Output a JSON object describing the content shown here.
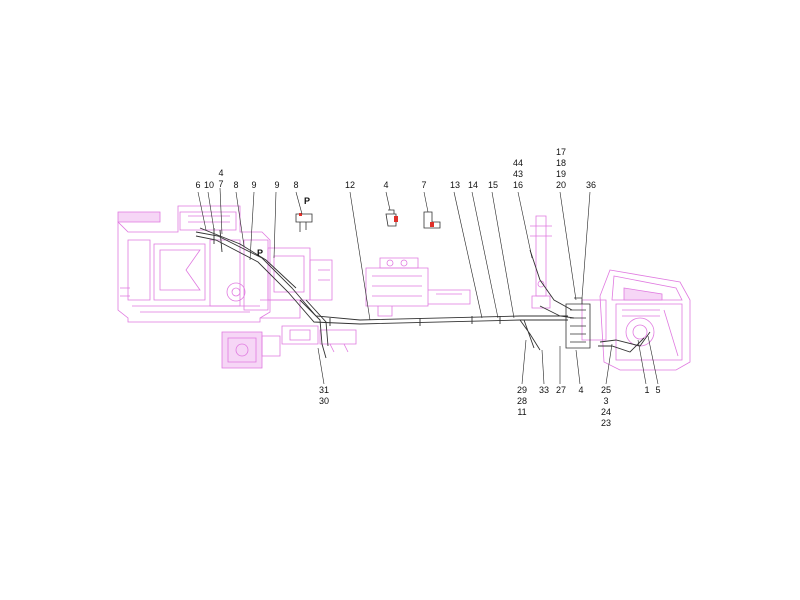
{
  "colors": {
    "background": "#ffffff",
    "frame": "#e07ae0",
    "lines": "#333333",
    "highlight": "#e0302a"
  },
  "callouts": [
    {
      "id": "c6",
      "lines": [
        "6"
      ]
    },
    {
      "id": "c10",
      "lines": [
        "10"
      ]
    },
    {
      "id": "c4a",
      "lines": [
        "4",
        "7"
      ]
    },
    {
      "id": "c8a",
      "lines": [
        "8"
      ]
    },
    {
      "id": "c9a",
      "lines": [
        "9"
      ]
    },
    {
      "id": "c9b",
      "lines": [
        "9"
      ]
    },
    {
      "id": "c8b",
      "lines": [
        "8"
      ]
    },
    {
      "id": "c12",
      "lines": [
        "12"
      ]
    },
    {
      "id": "c4b",
      "lines": [
        "4"
      ]
    },
    {
      "id": "c7",
      "lines": [
        "7"
      ]
    },
    {
      "id": "c13",
      "lines": [
        "13"
      ]
    },
    {
      "id": "c14",
      "lines": [
        "14"
      ]
    },
    {
      "id": "c15",
      "lines": [
        "15"
      ]
    },
    {
      "id": "c44",
      "lines": [
        "44",
        "43",
        "16"
      ]
    },
    {
      "id": "c17",
      "lines": [
        "17",
        "18",
        "19",
        "20"
      ]
    },
    {
      "id": "c36",
      "lines": [
        "36"
      ]
    },
    {
      "id": "c31",
      "lines": [
        "31",
        "30"
      ]
    },
    {
      "id": "c29",
      "lines": [
        "29",
        "28",
        "11"
      ]
    },
    {
      "id": "c33",
      "lines": [
        "33"
      ]
    },
    {
      "id": "c27",
      "lines": [
        "27"
      ]
    },
    {
      "id": "c4c",
      "lines": [
        "4"
      ]
    },
    {
      "id": "c25",
      "lines": [
        "25",
        "3",
        "24",
        "23"
      ]
    },
    {
      "id": "c1",
      "lines": [
        "1"
      ]
    },
    {
      "id": "c5",
      "lines": [
        "5"
      ]
    }
  ],
  "markers": {
    "p1": "P",
    "p2": "P"
  }
}
